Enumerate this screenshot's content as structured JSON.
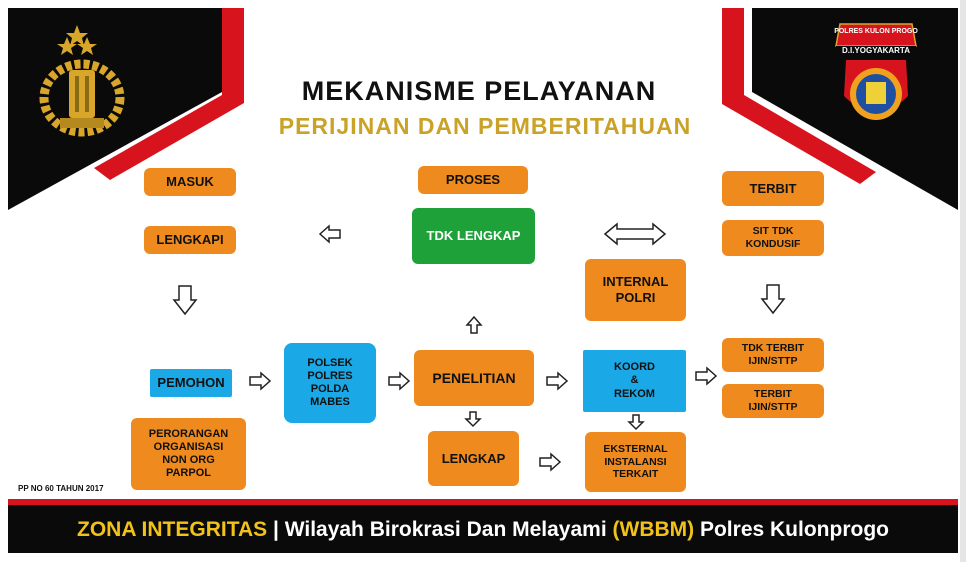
{
  "title": "MEKANISME PELAYANAN",
  "subtitle": "PERIJINAN DAN PEMBERITAHUAN",
  "logo_left_text": "",
  "logo_right_top": "POLRES KULON PROGO",
  "logo_right_region": "D.I.YOGYAKARTA",
  "boxes": {
    "masuk": "MASUK",
    "lengkapi": "LENGKAPI",
    "proses": "PROSES",
    "tdk_lengkap": "TDK LENGKAP",
    "terbit": "TERBIT",
    "sit_tdk_kondusif": "SIT TDK\nKONDUSIF",
    "internal_polri": "INTERNAL\nPOLRI",
    "pemohon": "PEMOHON",
    "polsek": "POLSEK\nPOLRES\nPOLDA\nMABES",
    "penelitian": "PENELITIAN",
    "koord_rekom": "KOORD\n&\nREKOM",
    "tdk_terbit": "TDK TERBIT\nIJIN/STTP",
    "terbit_ijin": "TERBIT\nIJIN/STTP",
    "perorangan": "PERORANGAN\nORGANISASI\nNON ORG\nPARPOL",
    "lengkap": "LENGKAP",
    "eksternal": "EKSTERNAL\nINSTALANSI\nTERKAIT"
  },
  "pp_note": "PP NO 60 TAHUN 2017",
  "footer": {
    "zona": "ZONA INTEGRITAS",
    "sep": " | ",
    "text1": "Wilayah Birokrasi Dan Melayami ",
    "wbbm": "(WBBM)",
    "text2": " Polres Kulonprogo"
  },
  "colors": {
    "orange": "#ef8a1e",
    "blue": "#1aa8e6",
    "green": "#1fa13a",
    "red": "#d7141e",
    "black": "#0a0a0a",
    "gold": "#c9a227"
  }
}
